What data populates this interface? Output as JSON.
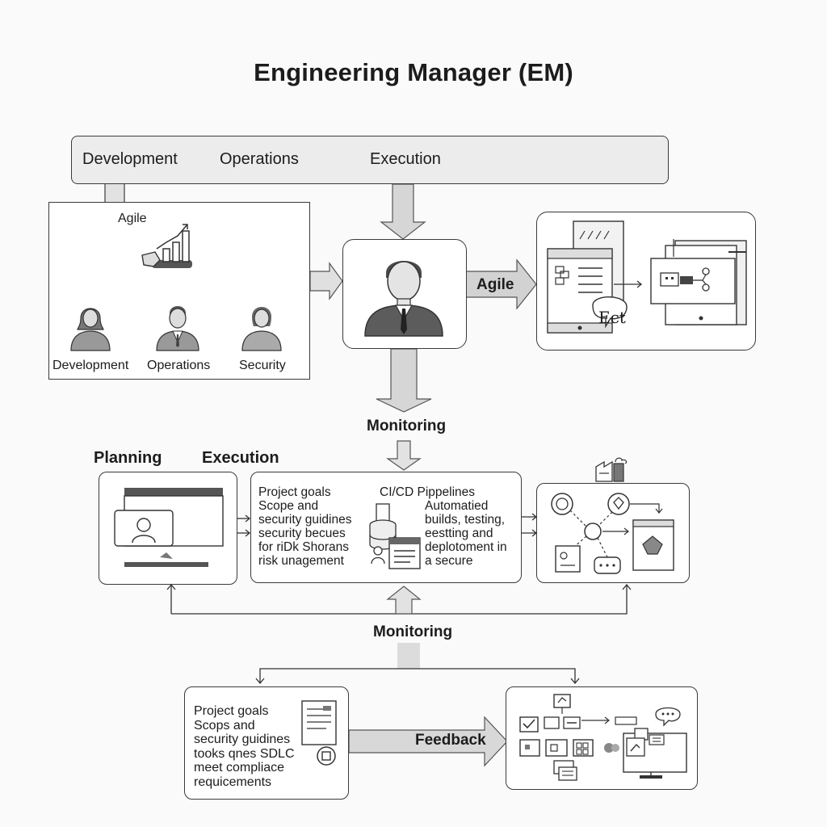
{
  "title": "Engineering Manager (EM)",
  "top_bar": {
    "labels": [
      "Development",
      "Operations",
      "Execution"
    ]
  },
  "team_panel": {
    "agile_label": "Agile",
    "roles": [
      "Development",
      "Operations",
      "Security"
    ]
  },
  "flow": {
    "agile_arrow_label": "Agile",
    "monitoring_label_1": "Monitoring",
    "monitoring_label_2": "Monitoring",
    "feedback_label": "Feedback"
  },
  "chat_bubble_text": "Ect",
  "middle_row": {
    "planning_label": "Planning",
    "execution_label": "Execution",
    "left_text_lines": [
      "Project goals",
      "Scope and",
      "security guidines",
      "security becues",
      "for riDk Shorans",
      "risk unagement"
    ],
    "cicd_title": "CI/CD Pippelines",
    "right_text_lines": [
      "Automatied",
      "builds, testing,",
      "eestting and",
      "deplotoment in",
      "a secure"
    ]
  },
  "bottom_row": {
    "text_lines": [
      "Project goals",
      "Scops and",
      "security guidines",
      "tooks qnes SDLC",
      "meet compliace",
      "requicements"
    ]
  },
  "icons": [
    "growth-chart-icon",
    "person-icon",
    "manager-icon",
    "dashboard-icon",
    "monitor-icon",
    "database-icon",
    "document-icon",
    "network-icon",
    "workflow-icon",
    "factory-icon"
  ]
}
